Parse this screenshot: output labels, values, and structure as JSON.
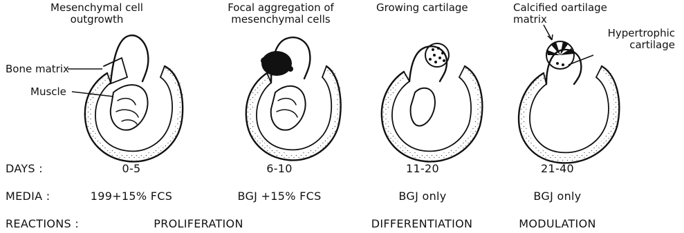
{
  "panels": [
    {
      "labels": {
        "mesenchymal_outgrowth": "Mesenchymal cell\noutgrowth",
        "bone_matrix": "Bone matrix",
        "muscle": "Muscle"
      }
    },
    {
      "labels": {
        "focal_aggregation": "Focal aggregation of\nmesenchymal cells"
      }
    },
    {
      "labels": {
        "growing_cartilage": "Growing cartilage"
      }
    },
    {
      "labels": {
        "calcified_matrix": "Calcified oartilage\nmatrix",
        "hypertrophic": "Hypertrophic\ncartilage"
      }
    }
  ],
  "table": {
    "days": {
      "label": "DAYS :",
      "values": [
        "0-5",
        "6-10",
        "11-20",
        "21-40"
      ]
    },
    "media": {
      "label": "MEDIA :",
      "values": [
        "199+15% FCS",
        "BGJ +15% FCS",
        "BGJ only",
        "BGJ only"
      ]
    },
    "reactions": {
      "label": "REACTIONS :",
      "values": [
        "PROLIFERATION",
        "DIFFERENTIATION",
        "MODULATION"
      ]
    }
  },
  "colors": {
    "ink": "#111111",
    "background": "#ffffff"
  }
}
